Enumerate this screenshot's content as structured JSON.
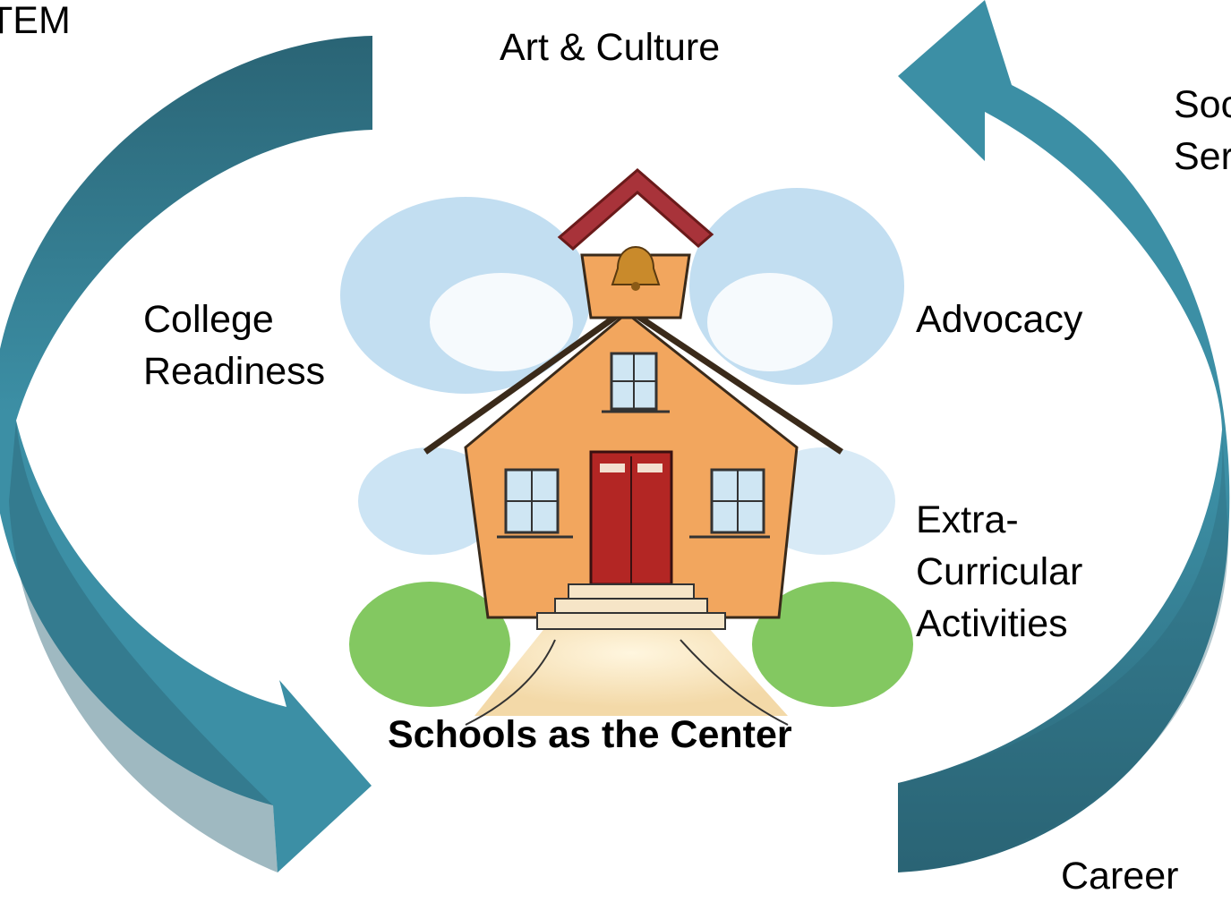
{
  "diagram": {
    "center_label": "Schools as the Center",
    "labels": {
      "stem": "TEM",
      "art_culture": "Art & Culture",
      "social_services": [
        "Soc",
        "Ser"
      ],
      "college_readiness": [
        "College",
        "Readiness"
      ],
      "advocacy": "Advocacy",
      "extra_curricular": [
        "Extra-",
        "Curricular",
        "Activities"
      ],
      "career": "Career"
    },
    "colors": {
      "arrow_light": "#3C8FA5",
      "arrow_dark": "#2A6475",
      "text": "#000000",
      "roof": "#A8333A",
      "walls": "#F2A65E",
      "door": "#B32624",
      "bell": "#C98A2B",
      "grass": "#6DBE45",
      "sky": "#8FC3E6"
    },
    "icons": [
      "left-cycle-arrow-icon",
      "right-cycle-arrow-icon",
      "schoolhouse-illustration",
      "bell-icon"
    ]
  }
}
